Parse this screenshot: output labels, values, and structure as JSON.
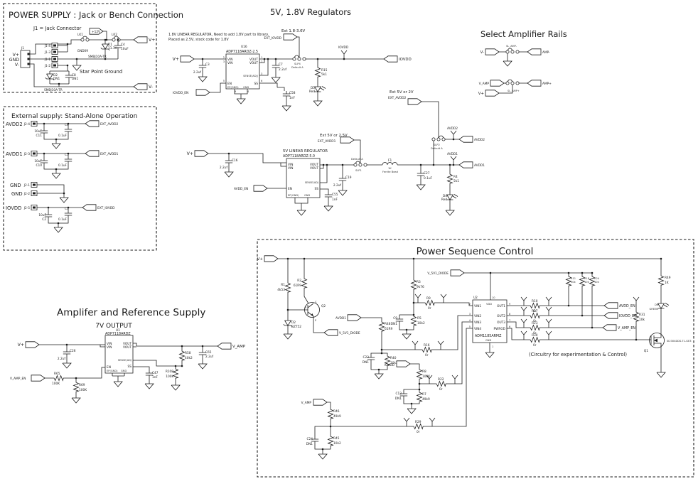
{
  "ps": {
    "title": "POWER SUPPLY : Jack or Bench Connection",
    "subtitle": "J1 = Jack Connector",
    "j1": "J1",
    "j1_pins": [
      "V+",
      "GND",
      "V-"
    ],
    "jack_pins": [
      "J1-4",
      "J1-3",
      "J1-1",
      "J1-2"
    ],
    "lk1": "LK1",
    "lk2": "LK2",
    "p12v": "+12V",
    "pvp": "V+",
    "pvm": "V-",
    "d1": [
      "D1",
      "11.1V"
    ],
    "d1_part": "SMBJ10A-TR",
    "c4": [
      "C4",
      "10uF"
    ],
    "gnd09": "GND09",
    "star": "Star Point Ground",
    "d2": [
      "D2",
      "DN1"
    ],
    "d2_part": "SMBJ10A-TR",
    "c8": [
      "C8",
      "DN1"
    ]
  },
  "ext": {
    "title": "External supply: Stand-Alone Operation",
    "rows": [
      {
        "name": "AVDD2",
        "pin": "J2-4",
        "port": "EXT_AVDD2",
        "ca": [
          "10uF",
          "C11"
        ],
        "cb": [
          "C6",
          "0.1uF"
        ]
      },
      {
        "name": "AVDD1",
        "pin": "J2-3",
        "port": "EXT_AVDD1",
        "ca": [
          "10uF",
          "C10"
        ],
        "cb": [
          "C5",
          "0.1uF"
        ]
      },
      {
        "name": "IOVDD",
        "pin": "J2-5",
        "port": "EXT_IOVDD",
        "ca": [
          "10uF",
          "C2"
        ],
        "cb": [
          "C1",
          "0.1uF"
        ]
      }
    ],
    "gnd1": {
      "name": "GND",
      "pin": "J2-1"
    },
    "gnd2": {
      "name": "GND",
      "pin": "J2-2"
    }
  },
  "rg": {
    "title": "5V, 1.8V  Regulators",
    "note1": "1.8V LINEAR REGULATOR, Need to add 1.8V part to library,",
    "note2": "Placed as 2.5V, stock code for 1.8V",
    "u16": "U16",
    "u16_part": "ADP7118ARDZ-2.5",
    "pin_vin": "VIN",
    "pin_vout": "VOUT",
    "pin_sense1": "SENSE(ADJ)",
    "pin_sense2": "SENSE/ADJ",
    "pin_en": "EN",
    "pin_ss": "SS",
    "pin_ep": "EP(GND)",
    "pin_gnd": "GND",
    "pvp": "V+",
    "ioven": "IOVDD_EN",
    "avdden": "AVDD_EN",
    "c3": [
      "C3",
      "2.2uf"
    ],
    "c7": [
      "C7",
      "2.2uf"
    ],
    "c58": [
      "C58",
      "1nF"
    ],
    "ext_io": [
      "Ext 1.8-3.6V",
      "EXT_IOVDD"
    ],
    "slp4": [
      "SLP4",
      "Default A"
    ],
    "r15": [
      "R15",
      "5k1"
    ],
    "d5": [
      "D5",
      "Red"
    ],
    "iovdd_flag": "IOVDD",
    "iovdd_port": "IOVDD",
    "reg5_t": "5V LINEAR REGULATOR",
    "reg5_part": "ADP7118ARDZ-5.0",
    "c16": [
      "C16",
      "2.2uf"
    ],
    "c19": [
      "C19",
      "2.2uf"
    ],
    "c55": [
      "C55",
      "1nF"
    ],
    "c27": [
      "C27",
      "0.1uF"
    ],
    "ext_a1": [
      "Ext 5V or 2.5V",
      "EXT_AVDD1"
    ],
    "ext_a2": [
      "Ext 5V or 2V",
      "EXT_AVDD2"
    ],
    "slp1": [
      "Default A",
      "SLP1"
    ],
    "slp2": [
      "SLP2",
      "Default A"
    ],
    "f1": [
      "F1",
      "1K",
      "Ferrite Bead"
    ],
    "avdd2_flag": "AVDD2",
    "avdd2_port": "AVDD2",
    "avdd1_flag": "AVDD1",
    "avdd1_port": "AVDD1",
    "r4": [
      "R4",
      "5k1"
    ],
    "d4": [
      "D4",
      "Red"
    ]
  },
  "sel": {
    "title": "Select Amplifier Rails",
    "vm": "V-",
    "slm": "SL_AMP-",
    "ampm": "AMP-",
    "vamp": "V_AMP",
    "slp": "SL_AMP+",
    "ampp": "AMP+",
    "vp": "V+"
  },
  "am": {
    "title": "Amplifer and Reference Supply",
    "sub": "7V OUTPUT",
    "u1": "U1",
    "u1_part": "ADP7118ARDZ",
    "pvp": "V+",
    "vampen": "V_AMP_EN",
    "vamp": "V_AMP",
    "c26": [
      "C26",
      "2.2uf"
    ],
    "r65": [
      "R65",
      "100K"
    ],
    "r69": [
      "R69",
      "100K"
    ],
    "c47": [
      "C47",
      "1nF"
    ],
    "r58": [
      "R58",
      "40k2"
    ],
    "r108": [
      "R108",
      "100k"
    ],
    "c65": [
      "C65",
      "2.2uf"
    ]
  },
  "sq": {
    "title": "Power Sequence Control",
    "note": "(Circuitry for experimentation & Control)",
    "vp": "V+",
    "r1": [
      "R1",
      "4k53"
    ],
    "r2": [
      "R2",
      "61R9"
    ],
    "q2": "Q2",
    "cbe": [
      "C",
      "B",
      "E"
    ],
    "d2": [
      "D2",
      "BZT52"
    ],
    "v5out": "V_5V1_DIODE",
    "v5in": "V_5V1_DIODE",
    "avdd1": "AVDD1",
    "r48": [
      "R48",
      "61R9"
    ],
    "r3": [
      "R3",
      "9k76"
    ],
    "r5": [
      "R5",
      "10k2"
    ],
    "c9": [
      "C9",
      "DN1"
    ],
    "r9": [
      "R9",
      "0r"
    ],
    "r16": [
      "R16",
      "0r"
    ],
    "r22": [
      "R22",
      "0r"
    ],
    "r29": [
      "R29",
      "0r"
    ],
    "c23": [
      "C23",
      "DN1"
    ],
    "r40": [
      "R40",
      "10k2"
    ],
    "iovdd": "IOVDD",
    "r8": [
      "R8",
      "100K"
    ],
    "c12": [
      "C12",
      "DN1"
    ],
    "r7": [
      "R7",
      "49k9"
    ],
    "vamp": "V_AMP",
    "r46": [
      "R46",
      "49k9"
    ],
    "c24": [
      "C24",
      "DN1"
    ],
    "r45": [
      "R45",
      "10k2"
    ],
    "u2": "U2",
    "u2_part": "ADM1185ARMZ",
    "u2_vdd": "VDD",
    "u2_gnd": "GND",
    "u2_vin": [
      "VIN1",
      "VIN2",
      "VIN3",
      "VIN4"
    ],
    "u2_out": [
      "OUT1",
      "OUT2",
      "OUT3",
      "PWRGD"
    ],
    "r10": [
      "R10",
      "0r"
    ],
    "r17": [
      "R17",
      "0r"
    ],
    "r23": [
      "R23",
      "0r"
    ],
    "r30": [
      "R30",
      "0r"
    ],
    "r11": [
      "R11",
      "10k"
    ],
    "r18": [
      "R18",
      "10k"
    ],
    "r24": [
      "R24",
      "10k"
    ],
    "r31": [
      "R31",
      "10k"
    ],
    "aen": "AVDD_EN",
    "ien": "IOVDD_EN",
    "ven": "V_AMP_EN",
    "r49": [
      "R49",
      "1K"
    ],
    "d6": [
      "D6",
      "GREEN"
    ],
    "q1": [
      "Q1",
      "SI2304DDS-T1-GE3"
    ]
  },
  "nums": {
    "vin1": "2",
    "vin2": "3",
    "vout1": "1",
    "vout2": "2",
    "sense": "3",
    "en": "5",
    "ss": "6",
    "ep": "9",
    "gnd": "4",
    "u2l": [
      "2",
      "3",
      "4",
      "5"
    ],
    "u2r": [
      "9",
      "8",
      "7",
      "6"
    ],
    "u2vdd": "10",
    "u2gnd": "1"
  }
}
